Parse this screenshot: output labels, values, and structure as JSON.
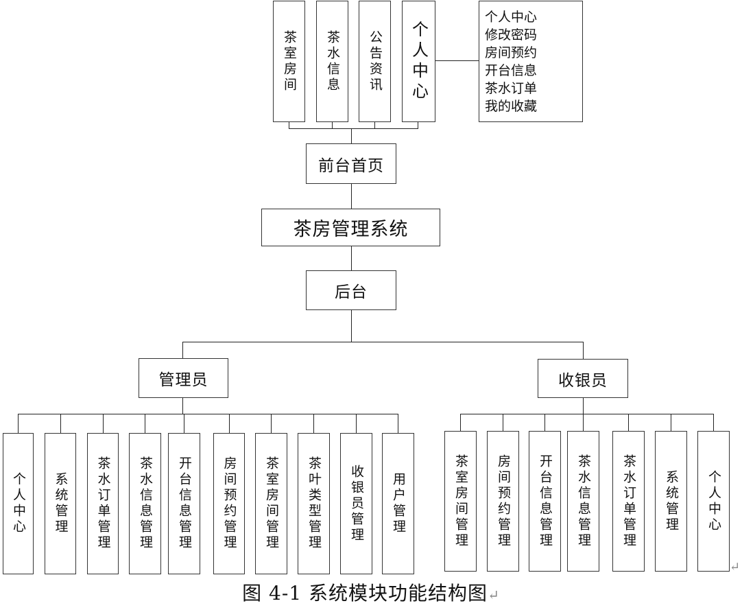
{
  "frontend": {
    "modules": [
      {
        "id": "tea-rooms",
        "label": "茶室房间"
      },
      {
        "id": "tea-info",
        "label": "茶水信息"
      },
      {
        "id": "announcements",
        "label": "公告资讯"
      },
      {
        "id": "personal-center",
        "label": "个人中心"
      }
    ],
    "personal_center_items": [
      "个人中心",
      "修改密码",
      "房间预约",
      "开台信息",
      "茶水订单",
      "我的收藏"
    ],
    "home_label": "前台首页"
  },
  "system": {
    "title": "茶房管理系统"
  },
  "backend": {
    "label": "后台"
  },
  "admin": {
    "label": "管理员",
    "modules": [
      {
        "id": "personal-center",
        "label": "个人中心"
      },
      {
        "id": "system-mgmt",
        "label": "系统管理"
      },
      {
        "id": "tea-order-mgmt",
        "label": "茶水订单管理"
      },
      {
        "id": "tea-info-mgmt",
        "label": "茶水信息管理"
      },
      {
        "id": "table-info-mgmt",
        "label": "开台信息管理"
      },
      {
        "id": "room-booking-mgmt",
        "label": "房间预约管理"
      },
      {
        "id": "tea-room-mgmt",
        "label": "茶室房间管理"
      },
      {
        "id": "tea-type-mgmt",
        "label": "茶叶类型管理"
      },
      {
        "id": "cashier-mgmt",
        "label": "收银员管理"
      },
      {
        "id": "user-mgmt",
        "label": "用户管理"
      }
    ]
  },
  "cashier": {
    "label": "收银员",
    "modules": [
      {
        "id": "tea-room-mgmt",
        "label": "茶室房间管理"
      },
      {
        "id": "room-booking-mgmt",
        "label": "房间预约管理"
      },
      {
        "id": "table-info-mgmt",
        "label": "开台信息管理"
      },
      {
        "id": "tea-info-mgmt",
        "label": "茶水信息管理"
      },
      {
        "id": "tea-order-mgmt",
        "label": "茶水订单管理"
      },
      {
        "id": "system-mgmt",
        "label": "系统管理"
      },
      {
        "id": "personal-center",
        "label": "个人中心"
      }
    ]
  },
  "caption": "图 4-1  系统模块功能结构图",
  "return_mark": "↵"
}
